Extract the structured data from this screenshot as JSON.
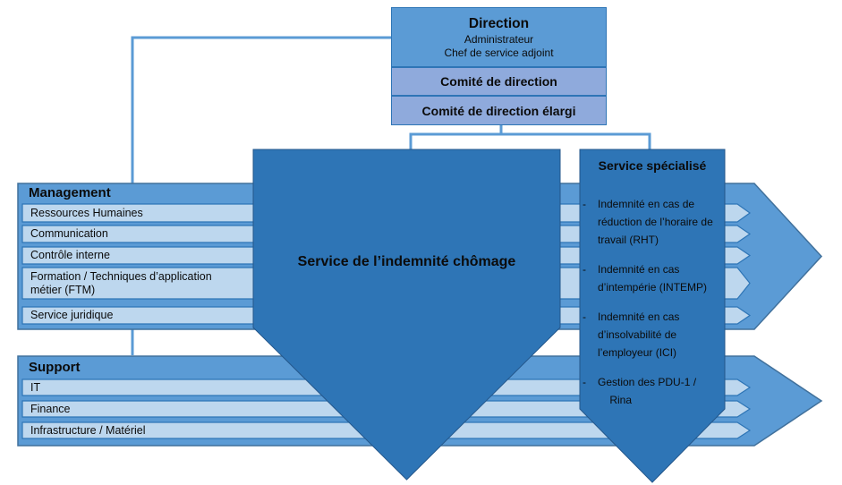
{
  "colors": {
    "dark_arrow": "#2E75B6",
    "band": "#5B9BD5",
    "light_bar": "#BDD7EE",
    "committee_band": "#8FAADC",
    "connector": "#5B9BD5"
  },
  "direction": {
    "title": "Direction",
    "subtitle1": "Administrateur",
    "subtitle2": "Chef de service adjoint",
    "committee1": "Comité de direction",
    "committee2": "Comité de direction élargi"
  },
  "management": {
    "title": "Management",
    "items": [
      "Ressources Humaines",
      "Communication",
      "Contrôle interne",
      "Formation / Techniques d’application\nmétier (FTM)",
      "Service juridique"
    ]
  },
  "support": {
    "title": "Support",
    "items": [
      "IT",
      "Finance",
      "Infrastructure / Matériel"
    ]
  },
  "central": {
    "label": "Service de l’indemnité chômage"
  },
  "specialized": {
    "title": "Service spécialisé",
    "bullet_char": "-",
    "bullets": [
      "Indemnité en cas de réduction de l’horaire de travail (RHT)",
      "Indemnité en cas d’intempérie (INTEMP)",
      "Indemnité en cas d’insolvabilité de l’employeur (ICI)",
      "Gestion des PDU-1 /\n    Rina"
    ]
  }
}
